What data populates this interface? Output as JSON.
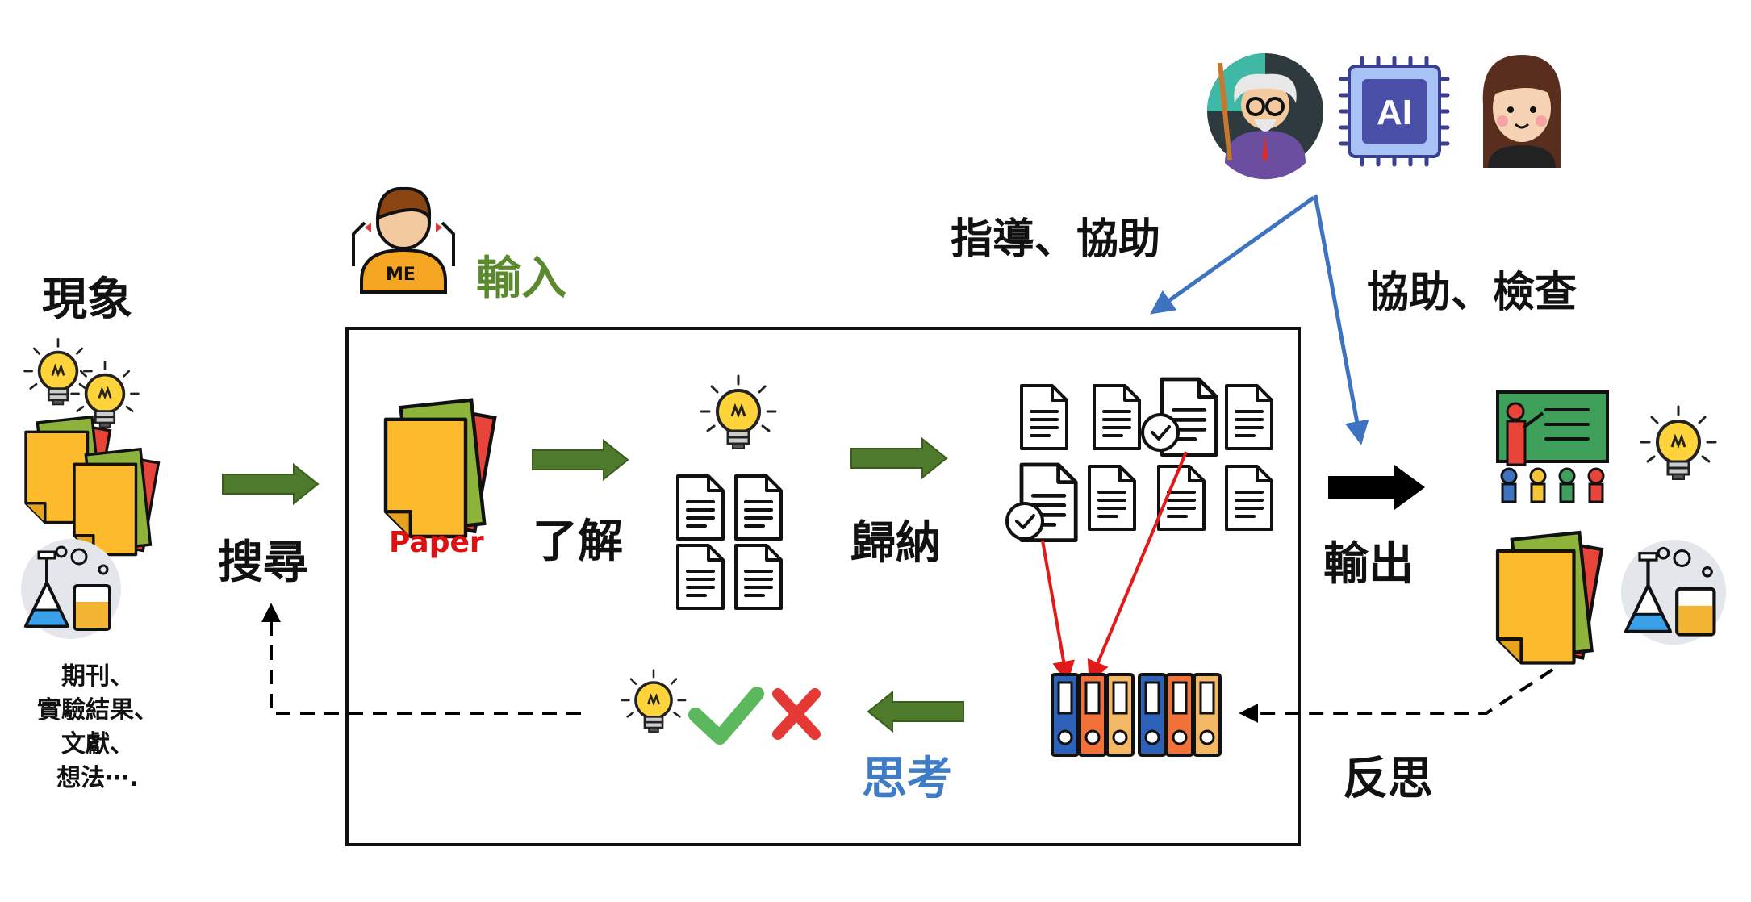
{
  "labels": {
    "phenomenon": "現象",
    "phenomenon_examples": [
      "期刊、",
      "實驗結果、",
      "文獻、",
      "想法⋯."
    ],
    "search": "搜尋",
    "input": "輸入",
    "paper": "Paper",
    "understand": "了解",
    "summarize": "歸納",
    "think": "思考",
    "guide_assist": "指導、協助",
    "assist_check": "協助、檢查",
    "output": "輸出",
    "reflect": "反思"
  },
  "icons": {
    "me_badge": "ME",
    "ai_chip": "AI"
  },
  "colors": {
    "green_arrow": "#4E7A2C",
    "blue_arrow": "#3E73C2",
    "red_arrow": "#E31A1A",
    "black_arrow": "#000000",
    "bulb_yellow": "#FFD43B",
    "paper_yellow": "#FDBA2C",
    "paper_green": "#8DB33A",
    "paper_red": "#E8443A",
    "check_green": "#5CB85C",
    "cross_red": "#E53935",
    "binder_blue": "#2E62B8",
    "binder_orange": "#F0723A",
    "binder_tan": "#F2B865"
  }
}
